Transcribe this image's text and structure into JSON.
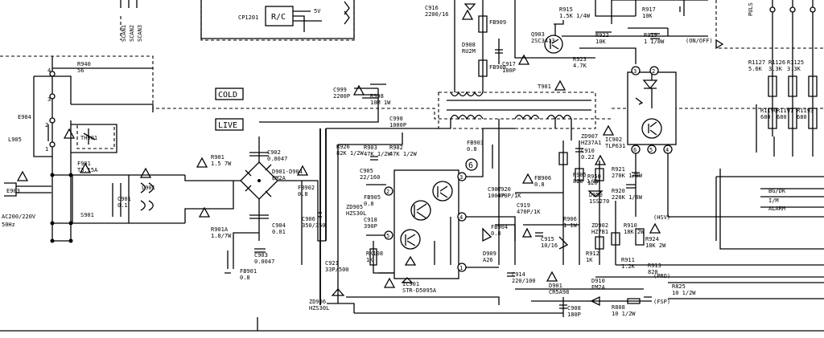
{
  "labels": {
    "cold": "COLD",
    "live": "LIVE",
    "rc": "R/C",
    "cp1201": "CP1201",
    "v5": "5V",
    "scan1": "SCAN1",
    "scan2": "SCAN2",
    "scan3": "SCAN3",
    "pulse": "PULS",
    "on_off": "(ON/OFF)",
    "ac": "AC200/220V",
    "hz": "50Hz",
    "bg_dk": "BG/DK",
    "i_m": "I/M",
    "alarm": "ALARM",
    "hsv": "(HSV)",
    "pro": "(PRO)",
    "fsp": "(FSP)",
    "warn": "!"
  },
  "components": [
    {
      "id": "r940",
      "ref": "R940",
      "value": "56"
    },
    {
      "id": "e904",
      "ref": "E904",
      "value": ""
    },
    {
      "id": "l905",
      "ref": "L905",
      "value": ""
    },
    {
      "id": "th901",
      "ref": "TH901",
      "value": ""
    },
    {
      "id": "e903",
      "ref": "E903",
      "value": ""
    },
    {
      "id": "f901",
      "ref": "F901",
      "value": "T3.15A"
    },
    {
      "id": "s901",
      "ref": "S901",
      "value": ""
    },
    {
      "id": "c901",
      "ref": "C901",
      "value": "0.1"
    },
    {
      "id": "l901",
      "ref": "L901",
      "value": ""
    },
    {
      "id": "r901",
      "ref": "R901",
      "value": "1.5 7W"
    },
    {
      "id": "r901a",
      "ref": "R901A",
      "value": "1.8/7W"
    },
    {
      "id": "c902",
      "ref": "C902",
      "value": "0.0047"
    },
    {
      "id": "d901",
      "ref": "D901-D904",
      "value": "EM2A"
    },
    {
      "id": "fb902",
      "ref": "FB902",
      "value": "0.8"
    },
    {
      "id": "c904",
      "ref": "C904",
      "value": "0.01"
    },
    {
      "id": "c903",
      "ref": "C903",
      "value": "0.0047"
    },
    {
      "id": "fb901",
      "ref": "FB901",
      "value": "0.8"
    },
    {
      "id": "c906",
      "ref": "C906",
      "value": "350/350"
    },
    {
      "id": "r926",
      "ref": "R926",
      "value": "82K 1/2W"
    },
    {
      "id": "c921",
      "ref": "C921",
      "value": "33P/500"
    },
    {
      "id": "zd905",
      "ref": "ZD905",
      "value": "HZS30L"
    },
    {
      "id": "zd906",
      "ref": "ZD906",
      "value": "HZS30L"
    },
    {
      "id": "c999",
      "ref": "C999",
      "value": "2200P"
    },
    {
      "id": "r998",
      "ref": "R998",
      "value": "10M 1W"
    },
    {
      "id": "c998",
      "ref": "C998",
      "value": "1000P"
    },
    {
      "id": "r903",
      "ref": "R903",
      "value": "47K 1/2W"
    },
    {
      "id": "r902",
      "ref": "R902",
      "value": "47K 1/2W"
    },
    {
      "id": "c905",
      "ref": "C905",
      "value": "22/160"
    },
    {
      "id": "fb905",
      "ref": "FB905",
      "value": "0.8"
    },
    {
      "id": "c918",
      "ref": "C918",
      "value": "390P"
    },
    {
      "id": "r908",
      "ref": "RK108",
      "value": "1K"
    },
    {
      "id": "ic901",
      "ref": "IC901",
      "value": "STR-D5095A"
    },
    {
      "id": "fb903",
      "ref": "FB903",
      "value": "0.8"
    },
    {
      "id": "c907",
      "ref": "C907",
      "value": "1000P"
    },
    {
      "id": "c920",
      "ref": "C920",
      "value": "470P/1K"
    },
    {
      "id": "fb904",
      "ref": "FB904",
      "value": "0.8"
    },
    {
      "id": "d909",
      "ref": "D909",
      "value": "A26"
    },
    {
      "id": "c914",
      "ref": "C914",
      "value": "220/100"
    },
    {
      "id": "d901b",
      "ref": "D901",
      "value": "CR5A98"
    },
    {
      "id": "c919",
      "ref": "C919",
      "value": "470P/1K"
    },
    {
      "id": "fb906",
      "ref": "FB906",
      "value": "0.8"
    },
    {
      "id": "c915",
      "ref": "C915",
      "value": "10/16"
    },
    {
      "id": "r906",
      "ref": "R906",
      "value": "1 1W"
    },
    {
      "id": "t901",
      "ref": "T901",
      "value": ""
    },
    {
      "id": "zd907",
      "ref": "ZD907",
      "value": "HZ37A1"
    },
    {
      "id": "c910",
      "ref": "C910",
      "value": "0.22"
    },
    {
      "id": "r905",
      "ref": "R905",
      "value": "820 1/8W"
    },
    {
      "id": "r950",
      "ref": "R950",
      "value": "120"
    },
    {
      "id": "d950",
      "ref": "D950",
      "value": "1SS270"
    },
    {
      "id": "ic902",
      "ref": "IC902",
      "value": "TLP631"
    },
    {
      "id": "r921",
      "ref": "R921",
      "value": "270K 1/8W"
    },
    {
      "id": "r920",
      "ref": "R920",
      "value": "220K 1/8W"
    },
    {
      "id": "zd902",
      "ref": "ZD902",
      "value": "HZ7B1"
    },
    {
      "id": "r910",
      "ref": "R910",
      "value": "18K 2W"
    },
    {
      "id": "r924",
      "ref": "R924",
      "value": "18K 2W"
    },
    {
      "id": "r912",
      "ref": "R912",
      "value": "1K"
    },
    {
      "id": "r911",
      "ref": "R911",
      "value": "1.2K"
    },
    {
      "id": "r913",
      "ref": "R913",
      "value": "820"
    },
    {
      "id": "d910",
      "ref": "D910",
      "value": "EM2A"
    },
    {
      "id": "r825",
      "ref": "R825",
      "value": "10 1/2W"
    },
    {
      "id": "c908",
      "ref": "C908",
      "value": "180P"
    },
    {
      "id": "r808",
      "ref": "R808",
      "value": "10 1/2W"
    },
    {
      "id": "c916",
      "ref": "C916",
      "value": "2200/16"
    },
    {
      "id": "fb909",
      "ref": "FB909",
      "value": ""
    },
    {
      "id": "d908",
      "ref": "D908",
      "value": "RU2M"
    },
    {
      "id": "fb908",
      "ref": "FB908",
      "value": ""
    },
    {
      "id": "c917",
      "ref": "C917",
      "value": "180P"
    },
    {
      "id": "r915",
      "ref": "R915",
      "value": "1.5K 1/4W"
    },
    {
      "id": "q903",
      "ref": "Q903",
      "value": "2SC3413"
    },
    {
      "id": "r922",
      "ref": "R922",
      "value": "10K"
    },
    {
      "id": "r923",
      "ref": "R923",
      "value": "4.7K"
    },
    {
      "id": "r919",
      "ref": "R919",
      "value": "1 1/8W"
    },
    {
      "id": "r917",
      "ref": "R917",
      "value": "10K"
    },
    {
      "id": "r1190",
      "ref": "R1190",
      "value": "680"
    },
    {
      "id": "r1191",
      "ref": "R1191",
      "value": "680"
    },
    {
      "id": "r1127",
      "ref": "R1127",
      "value": "5.6K"
    },
    {
      "id": "r1126",
      "ref": "R1126",
      "value": "3.3K"
    },
    {
      "id": "r1125",
      "ref": "R1125",
      "value": "3.3K"
    },
    {
      "id": "r1193",
      "ref": "R1193",
      "value": "680"
    }
  ]
}
